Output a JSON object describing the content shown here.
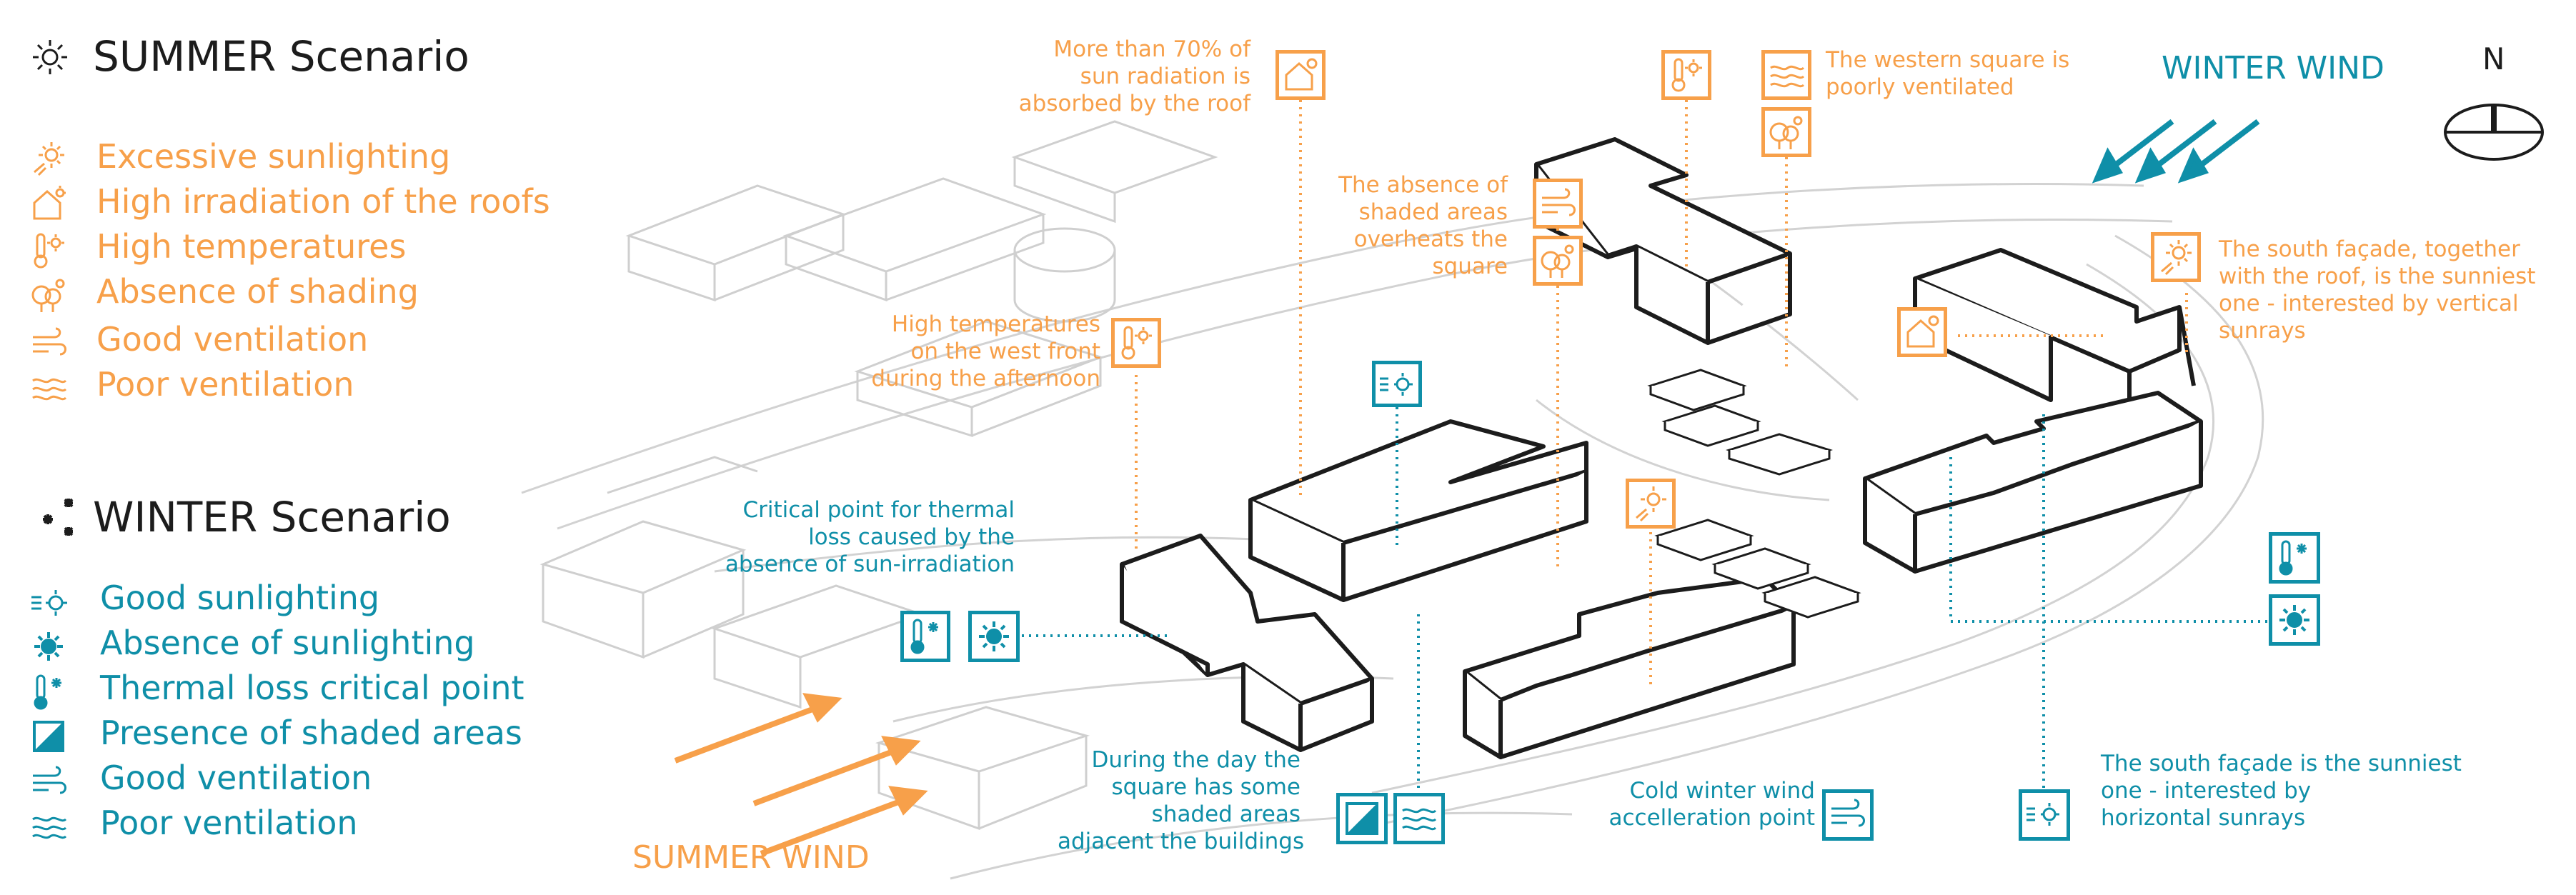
{
  "summer_legend": {
    "heading": "SUMMER Scenario",
    "items": [
      "Excessive sunlighting",
      "High irradiation of the roofs",
      "High temperatures",
      "Absence of shading",
      "Good ventilation",
      "Poor ventilation"
    ]
  },
  "winter_legend": {
    "heading": "WINTER Scenario",
    "items": [
      "Good sunlighting",
      "Absence of sunlighting",
      "Thermal loss critical point",
      "Presence of shaded areas",
      "Good ventilation",
      "Poor ventilation"
    ]
  },
  "winds": {
    "winter": "WINTER WIND",
    "summer": "SUMMER WIND"
  },
  "compass": {
    "north": "N"
  },
  "annotations": {
    "roof": [
      "More than 70% of",
      "sun radiation is",
      "absorbed by the roof"
    ],
    "west_square": [
      "The western square is",
      "poorly ventilated"
    ],
    "shaded": [
      "The absence of",
      "shaded areas",
      "overheats the",
      "square"
    ],
    "south_facade_summer": [
      "The south façade, together",
      "with the roof, is the sunniest",
      "one - interested by vertical",
      "sunrays"
    ],
    "west_front": [
      "High temperatures",
      "on the west front",
      "during the afternoon"
    ],
    "critical_point": [
      "Critical point for thermal",
      "loss caused by the",
      "absence of sun-irradiation"
    ],
    "day_square": [
      "During the day the",
      "square has some",
      "shaded areas",
      "adjacent the buildings"
    ],
    "cold_wind": [
      "Cold winter wind",
      "accelleration point"
    ],
    "south_facade_winter": [
      "The south façade is the sunniest",
      "one - interested by",
      "horizontal sunrays"
    ]
  },
  "colors": {
    "summer": "#f7a04a",
    "winter": "#0f8fa8",
    "outline": "#1c1c1c",
    "context": "#cfcfcf"
  },
  "icons": {
    "summer": [
      "sun-icon",
      "house-sun-icon",
      "thermometer-sun-icon",
      "tree-sun-icon",
      "wind-icon",
      "waves-icon"
    ],
    "winter": [
      "sun-lines-icon",
      "dark-sun-icon",
      "thermometer-snow-icon",
      "shade-square-icon",
      "wind-icon",
      "waves-icon"
    ]
  }
}
